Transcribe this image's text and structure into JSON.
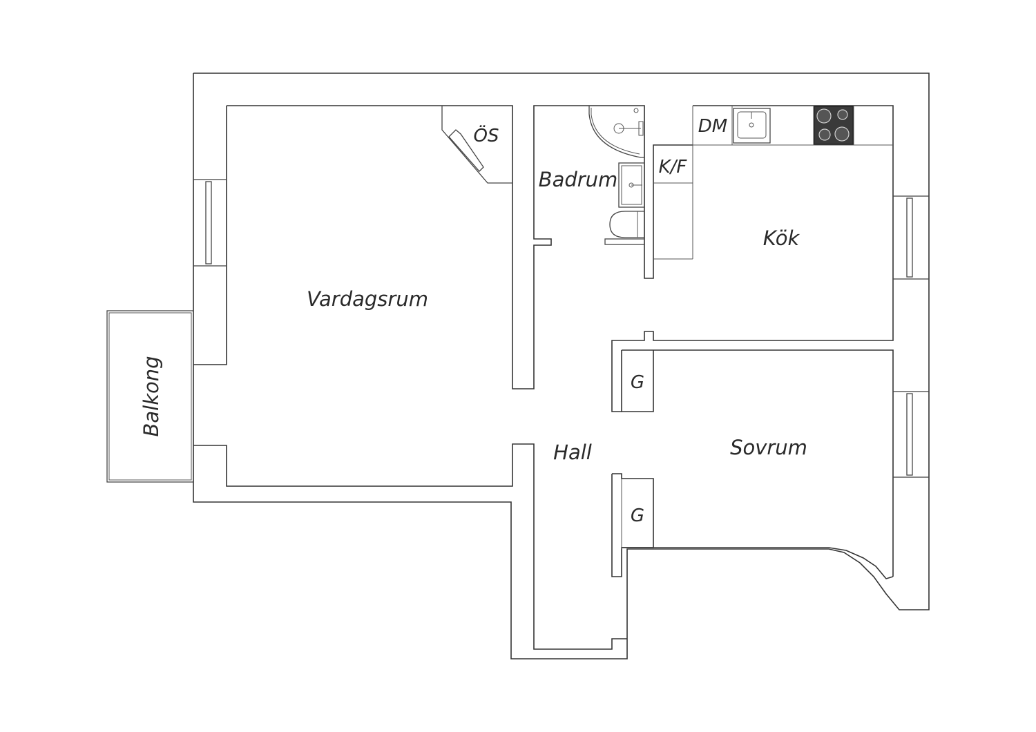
{
  "rooms": {
    "vardagsrum": "Vardagsrum",
    "badrum": "Badrum",
    "kok": "Kök",
    "hall": "Hall",
    "sovrum": "Sovrum",
    "balkong": "Balkong"
  },
  "fixtures": {
    "os": "ÖS",
    "dm": "DM",
    "kf": "K/F",
    "garderob_upper": "G",
    "garderob_lower": "G"
  },
  "colors": {
    "wall": "#333333",
    "background": "#ffffff",
    "stove": "#3a3a3a"
  },
  "icons": [
    "sink-icon",
    "stove-icon",
    "shower-icon",
    "washbasin-icon",
    "toilet-icon",
    "fireplace-icon",
    "window-icon"
  ]
}
